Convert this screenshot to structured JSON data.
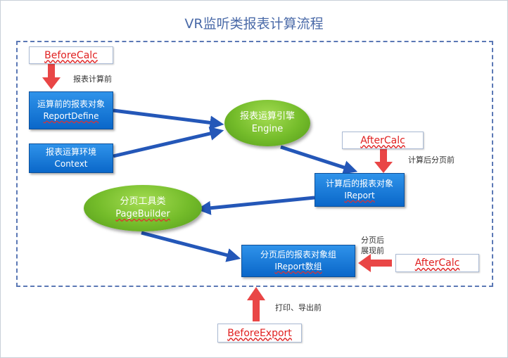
{
  "title": "VR监听类报表计算流程",
  "hooks": {
    "before_calc": "BeforeCalc",
    "after_calc_1": "AfterCalc",
    "after_calc_2": "AfterCalc",
    "before_export": "BeforeExport"
  },
  "boxes": {
    "report_define": {
      "line1": "运算前的报表对象",
      "line2": "ReportDefine"
    },
    "context": {
      "line1": "报表运算环境",
      "line2": "Context"
    },
    "ireport": {
      "line1": "计算后的报表对象",
      "line2": "IReport"
    },
    "ireport_group": {
      "line1": "分页后的报表对象组",
      "line2": "IReport数组"
    }
  },
  "ellipses": {
    "engine": {
      "line1": "报表运算引擎",
      "line2": "Engine"
    },
    "page_builder": {
      "line1": "分页工具类",
      "line2": "PageBuilder"
    }
  },
  "notes": {
    "before_calc": "报表计算前",
    "after_calc": "计算后分页前",
    "after_page_line1": "分页后",
    "after_page_line2": "展现前",
    "print_export": "打印、导出前"
  },
  "colors": {
    "box_blue": "#1279dc",
    "ellipse_green": "#74bc2a",
    "flow_arrow": "#2457b8",
    "hook_arrow": "#e94646",
    "hook_text": "#e02020",
    "frame": "#5b78b5"
  }
}
